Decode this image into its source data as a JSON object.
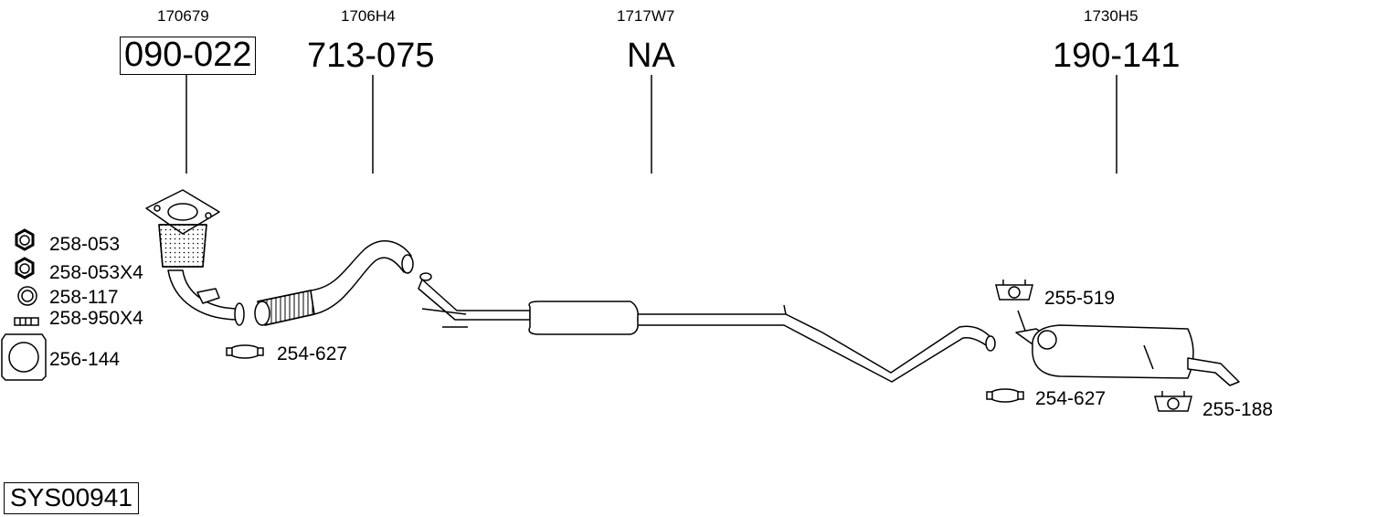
{
  "diagram": {
    "system_code": "SYS00941",
    "columns": [
      {
        "oem_ref": "170679",
        "part_number": "090-022",
        "boxed": true
      },
      {
        "oem_ref": "1706H4",
        "part_number": "713-075",
        "boxed": false
      },
      {
        "oem_ref": "1717W7",
        "part_number": "NA",
        "boxed": false
      },
      {
        "oem_ref": "1730H5",
        "part_number": "190-141",
        "boxed": false
      }
    ],
    "accessories_left": [
      {
        "code": "258-053",
        "icon": "hex-nut-icon"
      },
      {
        "code": "258-053X4",
        "icon": "hex-nut-icon"
      },
      {
        "code": "258-117",
        "icon": "washer-ring-icon"
      },
      {
        "code": "258-950X4",
        "icon": "stud-bolt-icon"
      },
      {
        "code": "256-144",
        "icon": "flange-gasket-icon"
      }
    ],
    "accessories_inline": [
      {
        "code": "254-627",
        "icon": "pipe-clamp-icon"
      },
      {
        "code": "255-519",
        "icon": "rubber-mount-icon"
      },
      {
        "code": "254-627",
        "icon": "pipe-clamp-icon"
      },
      {
        "code": "255-188",
        "icon": "rubber-mount-icon"
      }
    ]
  }
}
